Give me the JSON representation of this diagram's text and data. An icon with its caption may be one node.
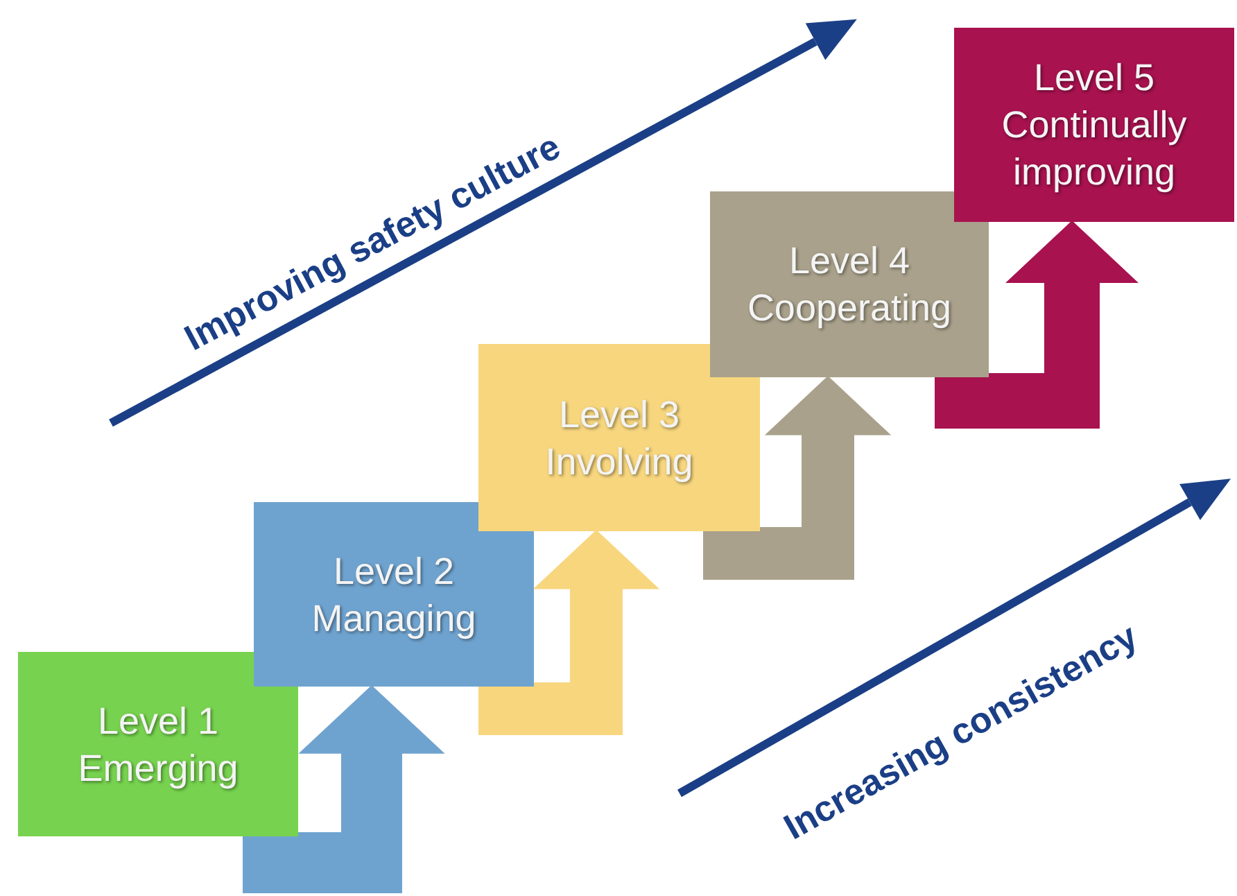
{
  "diagram": {
    "nodes": [
      {
        "text": [
          "Level 1",
          "Emerging"
        ]
      },
      {
        "text": [
          "Level 2",
          "Managing"
        ]
      },
      {
        "text": [
          "Level 3",
          "Involving"
        ]
      },
      {
        "text": [
          "Level 4",
          "Cooperating"
        ]
      },
      {
        "text": [
          "Level 5",
          "Continually improving"
        ]
      }
    ],
    "edges": [
      {
        "from": 0,
        "to": 1,
        "arrow": "to",
        "color": "#6fa3cf"
      },
      {
        "from": 1,
        "to": 2,
        "arrow": "to",
        "color": "#f7d67e"
      },
      {
        "from": 2,
        "to": 3,
        "arrow": "to",
        "color": "#a9a18b"
      },
      {
        "from": 3,
        "to": 4,
        "arrow": "to",
        "color": "#a8124f"
      }
    ],
    "labels": [
      "Improving safety culture",
      "Increasing consistency"
    ]
  }
}
